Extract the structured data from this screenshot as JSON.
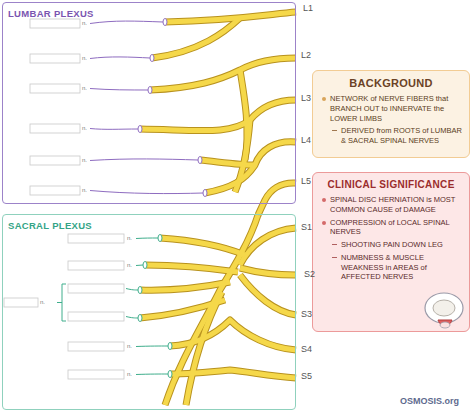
{
  "diagram": {
    "nodes": [
      {
        "text": [
          "LUMBAR PLEXUS"
        ]
      },
      {
        "text": [
          "SACRAL PLEXUS"
        ]
      },
      {
        "text": [
          "BACKGROUND",
          "NETWORK of NERVE FIBERS that BRANCH OUT to INNERVATE the LOWER LIMBS",
          "DERIVED from ROOTS of LUMBAR & SACRAL SPINAL NERVES"
        ]
      },
      {
        "text": [
          "CLINICAL SIGNIFICANCE",
          "SPINAL DISC HERNIATION is MOST COMMON CAUSE of DAMAGE",
          "COMPRESSION of LOCAL SPINAL NERVES",
          "SHOOTING PAIN DOWN LEG",
          "NUMBNESS & MUSCLE WEAKNESS in AREAS of AFFECTED NERVES"
        ]
      }
    ],
    "edges": [],
    "labels": [
      "L1",
      "L2",
      "L3",
      "L4",
      "L5",
      "n.",
      "n.",
      "n.",
      "n.",
      "n.",
      "n.",
      "S1",
      "S2",
      "S3",
      "S4",
      "S5",
      "n.",
      "n.",
      "n.",
      "n.",
      "n.",
      "OSMOSIS.org"
    ]
  }
}
